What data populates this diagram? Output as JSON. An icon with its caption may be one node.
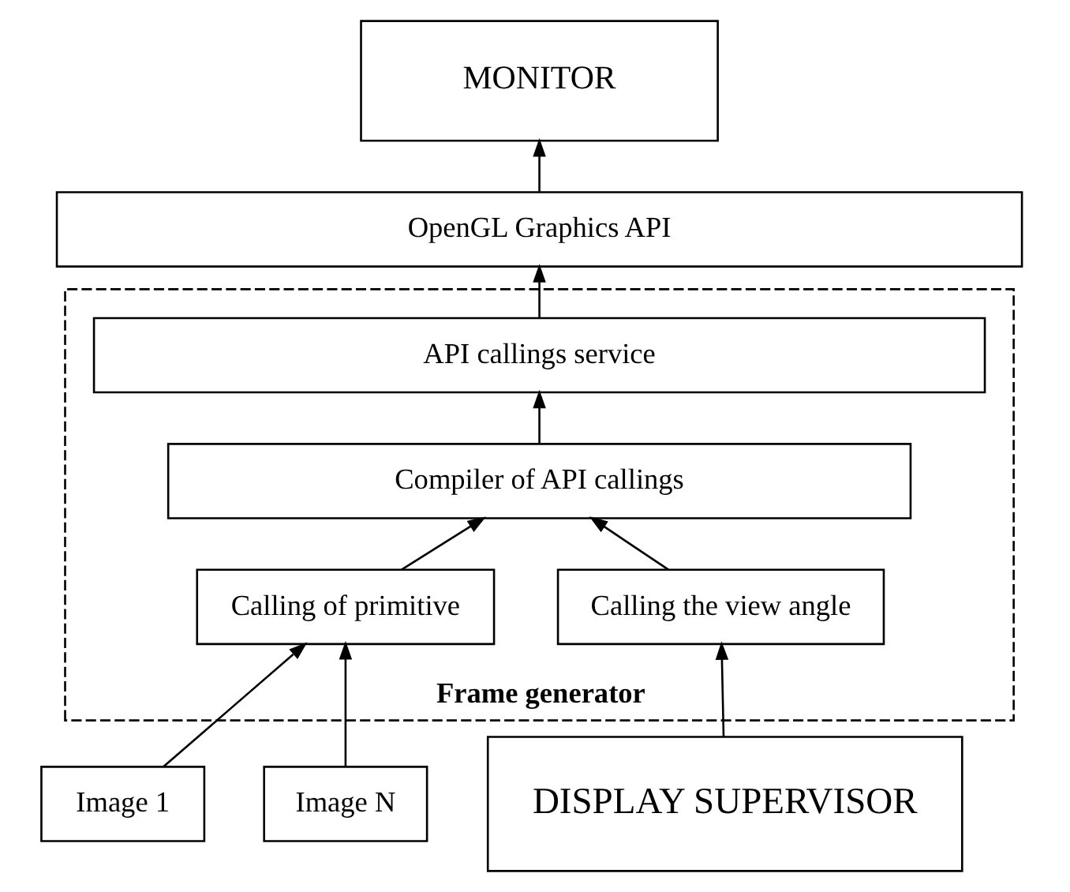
{
  "diagram": {
    "nodes": [
      {
        "text": [
          "MONITOR"
        ]
      },
      {
        "text": [
          "OpenGL Graphics API"
        ]
      },
      {
        "text": [
          "Frame generator"
        ]
      },
      {
        "text": [
          "API callings service"
        ],
        "in": 2
      },
      {
        "text": [
          "Compiler of API callings"
        ],
        "in": 2
      },
      {
        "text": [
          "Calling of primitive"
        ],
        "in": 2
      },
      {
        "text": [
          "Calling the view angle"
        ],
        "in": 2
      },
      {
        "text": [
          "Image 1"
        ]
      },
      {
        "text": [
          "Image N"
        ]
      },
      {
        "text": [
          "DISPLAY SUPERVISOR"
        ]
      }
    ],
    "edges": [
      {
        "from": 1,
        "to": 0,
        "arrow": "to"
      },
      {
        "from": 3,
        "to": 1,
        "arrow": "to"
      },
      {
        "from": 4,
        "to": 3,
        "arrow": "to"
      },
      {
        "from": 5,
        "to": 4,
        "arrow": "to"
      },
      {
        "from": 6,
        "to": 4,
        "arrow": "to"
      },
      {
        "from": 7,
        "to": 5,
        "arrow": "to"
      },
      {
        "from": 8,
        "to": 5,
        "arrow": "to"
      },
      {
        "from": 9,
        "to": 6,
        "arrow": "to"
      }
    ]
  }
}
